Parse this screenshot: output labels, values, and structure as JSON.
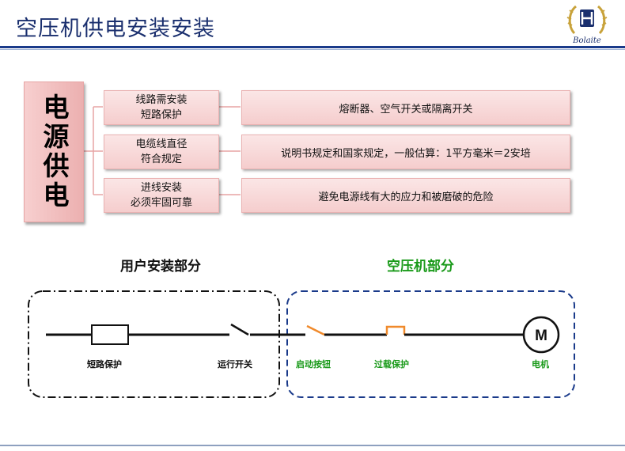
{
  "header": {
    "title": "空压机供电安装安装",
    "logo_text": "Bolaite"
  },
  "tree": {
    "root": "电源供电",
    "items": [
      {
        "label_line1": "线路需安装",
        "label_line2": "短路保护",
        "detail": "熔断器、空气开关或隔离开关"
      },
      {
        "label_line1": "电缆线直径",
        "label_line2": "符合规定",
        "detail": "说明书规定和国家规定，一般估算：1平方毫米＝2安培"
      },
      {
        "label_line1": "进线安装",
        "label_line2": "必须牢固可靠",
        "detail": "避免电源线有大的应力和被磨破的危险"
      }
    ]
  },
  "circuit": {
    "user_section_title": "用户安装部分",
    "compressor_section_title": "空压机部分",
    "labels": {
      "short_protect": "短路保护",
      "run_switch": "运行开关",
      "start_button": "启动按钮",
      "overload_protect": "过载保护",
      "motor": "电机",
      "motor_symbol": "M"
    }
  },
  "colors": {
    "title": "#1a2f6e",
    "user_section": "#111111",
    "compressor_section": "#1a9a1a",
    "accent_orange": "#f08a2c",
    "dashed_border_blue": "#1a3a8a",
    "box_pink": "#f5cdcd"
  }
}
